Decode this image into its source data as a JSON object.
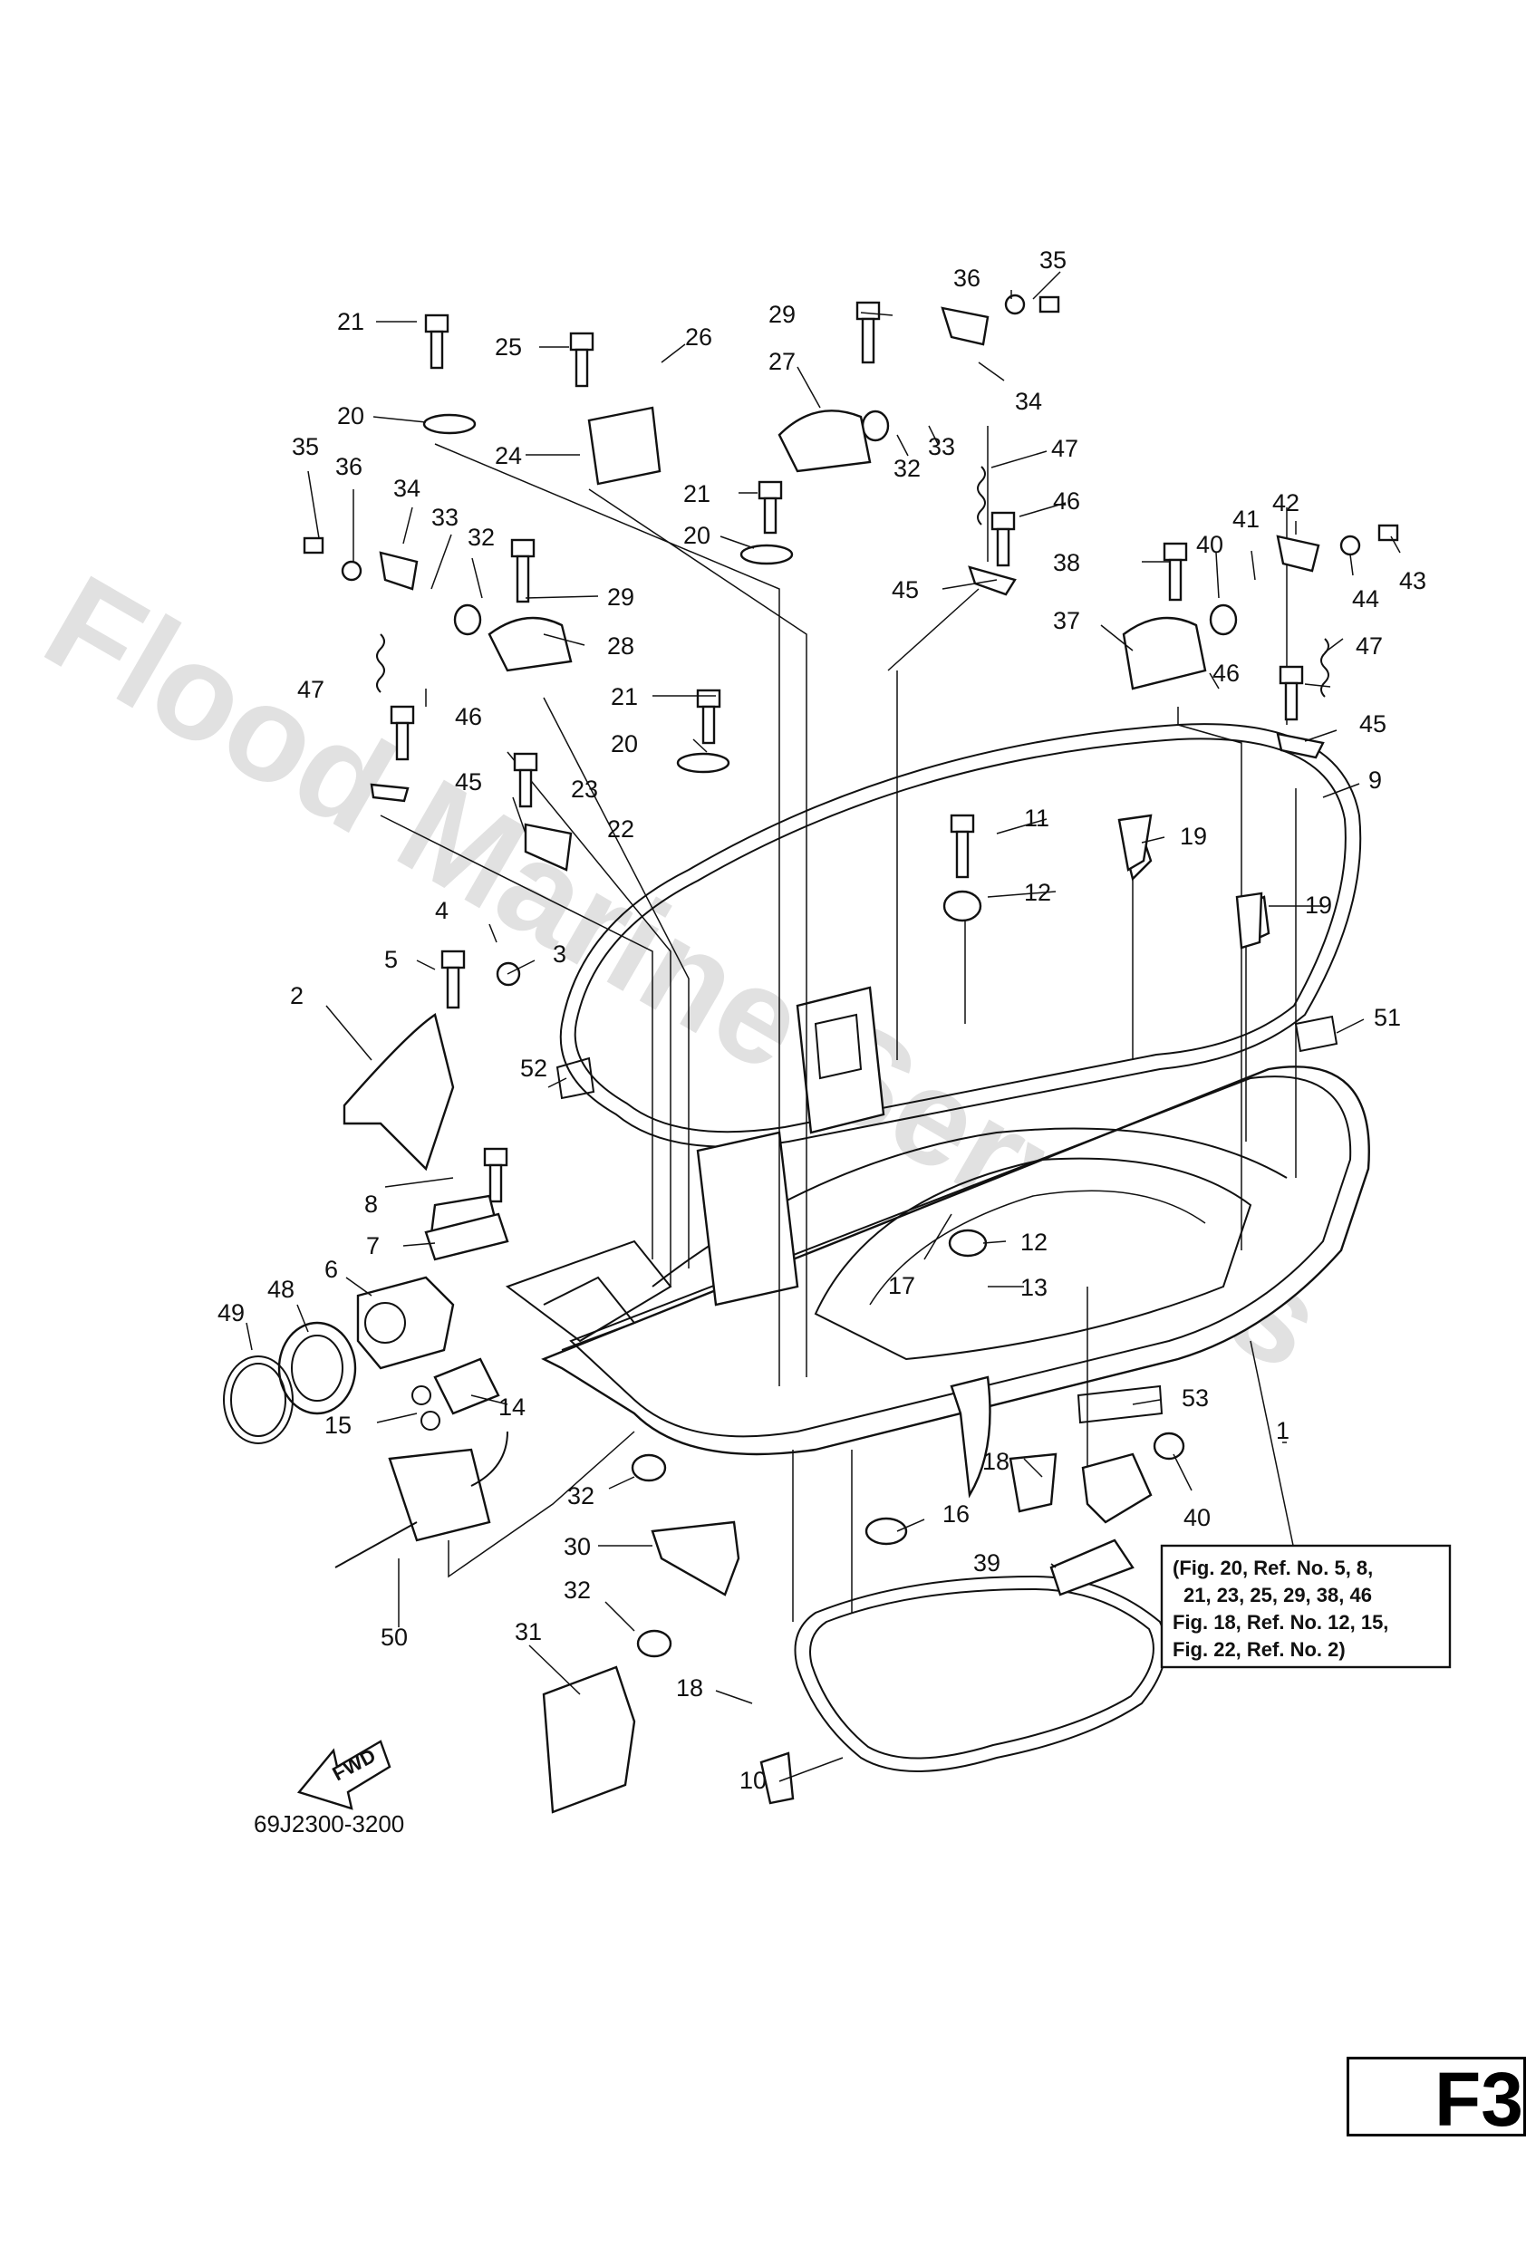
{
  "watermark": "Flood Marine Services",
  "part_number": "69J2300-3200",
  "page_label": "F3",
  "fwd_label": "FWD",
  "note_lines": [
    "(Fig. 20, Ref. No. 5, 8,",
    "21, 23, 25, 29, 38, 46",
    "Fig. 18, Ref. No. 12, 15,",
    "Fig. 22, Ref. No. 2)"
  ],
  "callouts": [
    {
      "id": "c35a",
      "label": "35"
    },
    {
      "id": "c36a",
      "label": "36"
    },
    {
      "id": "c29a",
      "label": "29"
    },
    {
      "id": "c26",
      "label": "26"
    },
    {
      "id": "c27",
      "label": "27"
    },
    {
      "id": "c34a",
      "label": "34"
    },
    {
      "id": "c21a",
      "label": "21"
    },
    {
      "id": "c25",
      "label": "25"
    },
    {
      "id": "c20a",
      "label": "20"
    },
    {
      "id": "c24",
      "label": "24"
    },
    {
      "id": "c32a",
      "label": "32"
    },
    {
      "id": "c33a",
      "label": "33"
    },
    {
      "id": "c47a",
      "label": "47"
    },
    {
      "id": "c35b",
      "label": "35"
    },
    {
      "id": "c36b",
      "label": "36"
    },
    {
      "id": "c34b",
      "label": "34"
    },
    {
      "id": "c21b",
      "label": "21"
    },
    {
      "id": "c46a",
      "label": "46"
    },
    {
      "id": "c33b",
      "label": "33"
    },
    {
      "id": "c32b",
      "label": "32"
    },
    {
      "id": "c20b",
      "label": "20"
    },
    {
      "id": "c42",
      "label": "42"
    },
    {
      "id": "c41",
      "label": "41"
    },
    {
      "id": "c40a",
      "label": "40"
    },
    {
      "id": "c38",
      "label": "38"
    },
    {
      "id": "c43",
      "label": "43"
    },
    {
      "id": "c44",
      "label": "44"
    },
    {
      "id": "c29b",
      "label": "29"
    },
    {
      "id": "c45a",
      "label": "45"
    },
    {
      "id": "c28",
      "label": "28"
    },
    {
      "id": "c37",
      "label": "37"
    },
    {
      "id": "c47b",
      "label": "47"
    },
    {
      "id": "c21c",
      "label": "21"
    },
    {
      "id": "c47c",
      "label": "47"
    },
    {
      "id": "c46b",
      "label": "46"
    },
    {
      "id": "c46c",
      "label": "46"
    },
    {
      "id": "c20c",
      "label": "20"
    },
    {
      "id": "c45b",
      "label": "45"
    },
    {
      "id": "c45c",
      "label": "45"
    },
    {
      "id": "c23",
      "label": "23"
    },
    {
      "id": "c9",
      "label": "9"
    },
    {
      "id": "c22",
      "label": "22"
    },
    {
      "id": "c11",
      "label": "11"
    },
    {
      "id": "c19a",
      "label": "19"
    },
    {
      "id": "c12a",
      "label": "12"
    },
    {
      "id": "c19b",
      "label": "19"
    },
    {
      "id": "c4",
      "label": "4"
    },
    {
      "id": "c3",
      "label": "3"
    },
    {
      "id": "c5",
      "label": "5"
    },
    {
      "id": "c2",
      "label": "2"
    },
    {
      "id": "c51",
      "label": "51"
    },
    {
      "id": "c52",
      "label": "52"
    },
    {
      "id": "c8",
      "label": "8"
    },
    {
      "id": "c7",
      "label": "7"
    },
    {
      "id": "c12b",
      "label": "12"
    },
    {
      "id": "c6",
      "label": "6"
    },
    {
      "id": "c17",
      "label": "17"
    },
    {
      "id": "c13",
      "label": "13"
    },
    {
      "id": "c48",
      "label": "48"
    },
    {
      "id": "c49",
      "label": "49"
    },
    {
      "id": "c14",
      "label": "14"
    },
    {
      "id": "c53",
      "label": "53"
    },
    {
      "id": "c15",
      "label": "15"
    },
    {
      "id": "c1",
      "label": "1"
    },
    {
      "id": "c18a",
      "label": "18"
    },
    {
      "id": "c32c",
      "label": "32"
    },
    {
      "id": "c16",
      "label": "16"
    },
    {
      "id": "c40b",
      "label": "40"
    },
    {
      "id": "c30",
      "label": "30"
    },
    {
      "id": "c39",
      "label": "39"
    },
    {
      "id": "c50",
      "label": "50"
    },
    {
      "id": "c32d",
      "label": "32"
    },
    {
      "id": "c31",
      "label": "31"
    },
    {
      "id": "c18b",
      "label": "18"
    },
    {
      "id": "c10",
      "label": "10"
    }
  ]
}
